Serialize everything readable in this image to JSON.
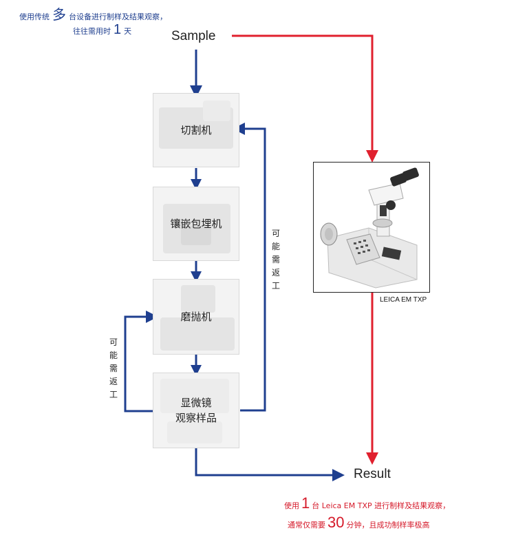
{
  "top_note": {
    "line1_pre": "使用传统",
    "line1_big": "多",
    "line1_post": "台设备进行制样及结果观察，",
    "line2_pre": "往往需用时",
    "line2_big": "1",
    "line2_post": "天"
  },
  "nodes": {
    "sample": "Sample",
    "result": "Result"
  },
  "steps": [
    {
      "label_1": "切割机",
      "label_2": ""
    },
    {
      "label_1": "镶嵌包埋机",
      "label_2": ""
    },
    {
      "label_1": "磨抛机",
      "label_2": ""
    },
    {
      "label_1": "显微镜",
      "label_2": "观察样品"
    }
  ],
  "rework_labels": {
    "right": [
      "可",
      "能",
      "需",
      "返",
      "工"
    ],
    "left": [
      "可",
      "能",
      "需",
      "返",
      "工"
    ]
  },
  "instrument": {
    "caption": "LEICA EM TXP"
  },
  "bottom_note": {
    "line1_pre": "使用",
    "line1_big": "1",
    "line1_post": "台 Leica EM TXP 进行制样及结果观察，",
    "line2_pre": "通常仅需要",
    "line2_big": "30",
    "line2_post": "分钟，且成功制样率极高"
  },
  "colors": {
    "flow_blue": "#1f3f8f",
    "fast_red": "#e0202e"
  }
}
